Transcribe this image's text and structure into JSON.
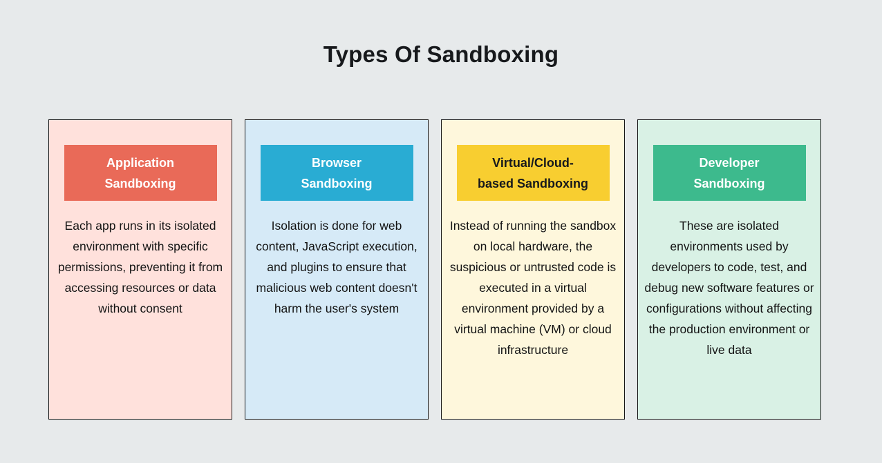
{
  "page": {
    "title": "Types Of Sandboxing",
    "background": "#E7EAEB",
    "title_color": "#17191C",
    "card_border_color": "#151515",
    "body_text_color": "#141414"
  },
  "cards": [
    {
      "id": "application-sandboxing",
      "title_lines": [
        "Application",
        "Sandboxing"
      ],
      "description": "Each app runs in its isolated environment with specific permissions, preventing it from accessing resources or data without consent",
      "header_bg": "#E96A58",
      "header_text_color": "#FFFFFF",
      "card_bg": "#FFE1DC"
    },
    {
      "id": "browser-sandboxing",
      "title_lines": [
        "Browser",
        "Sandboxing"
      ],
      "description": "Isolation is done for web content, JavaScript execution, and plugins to ensure that malicious web content doesn't harm the user's system",
      "header_bg": "#29ACD3",
      "header_text_color": "#FFFFFF",
      "card_bg": "#D6EAF7"
    },
    {
      "id": "virtual-cloud-based-sandboxing",
      "title_lines": [
        "Virtual/Cloud-",
        "based Sandboxing"
      ],
      "description": "Instead of running the sandbox on local hardware, the suspicious or untrusted code is executed in a virtual environment provided by a virtual machine (VM) or cloud infrastructure",
      "header_bg": "#F8CE30",
      "header_text_color": "#17191C",
      "card_bg": "#FEF7DC"
    },
    {
      "id": "developer-sandboxing",
      "title_lines": [
        "Developer",
        "Sandboxing"
      ],
      "description": "These are isolated environments used by developers to code, test, and debug new software features or configurations without affecting the production environment or live data",
      "header_bg": "#3DBA8D",
      "header_text_color": "#FFFFFF",
      "card_bg": "#D9F1E5"
    }
  ]
}
